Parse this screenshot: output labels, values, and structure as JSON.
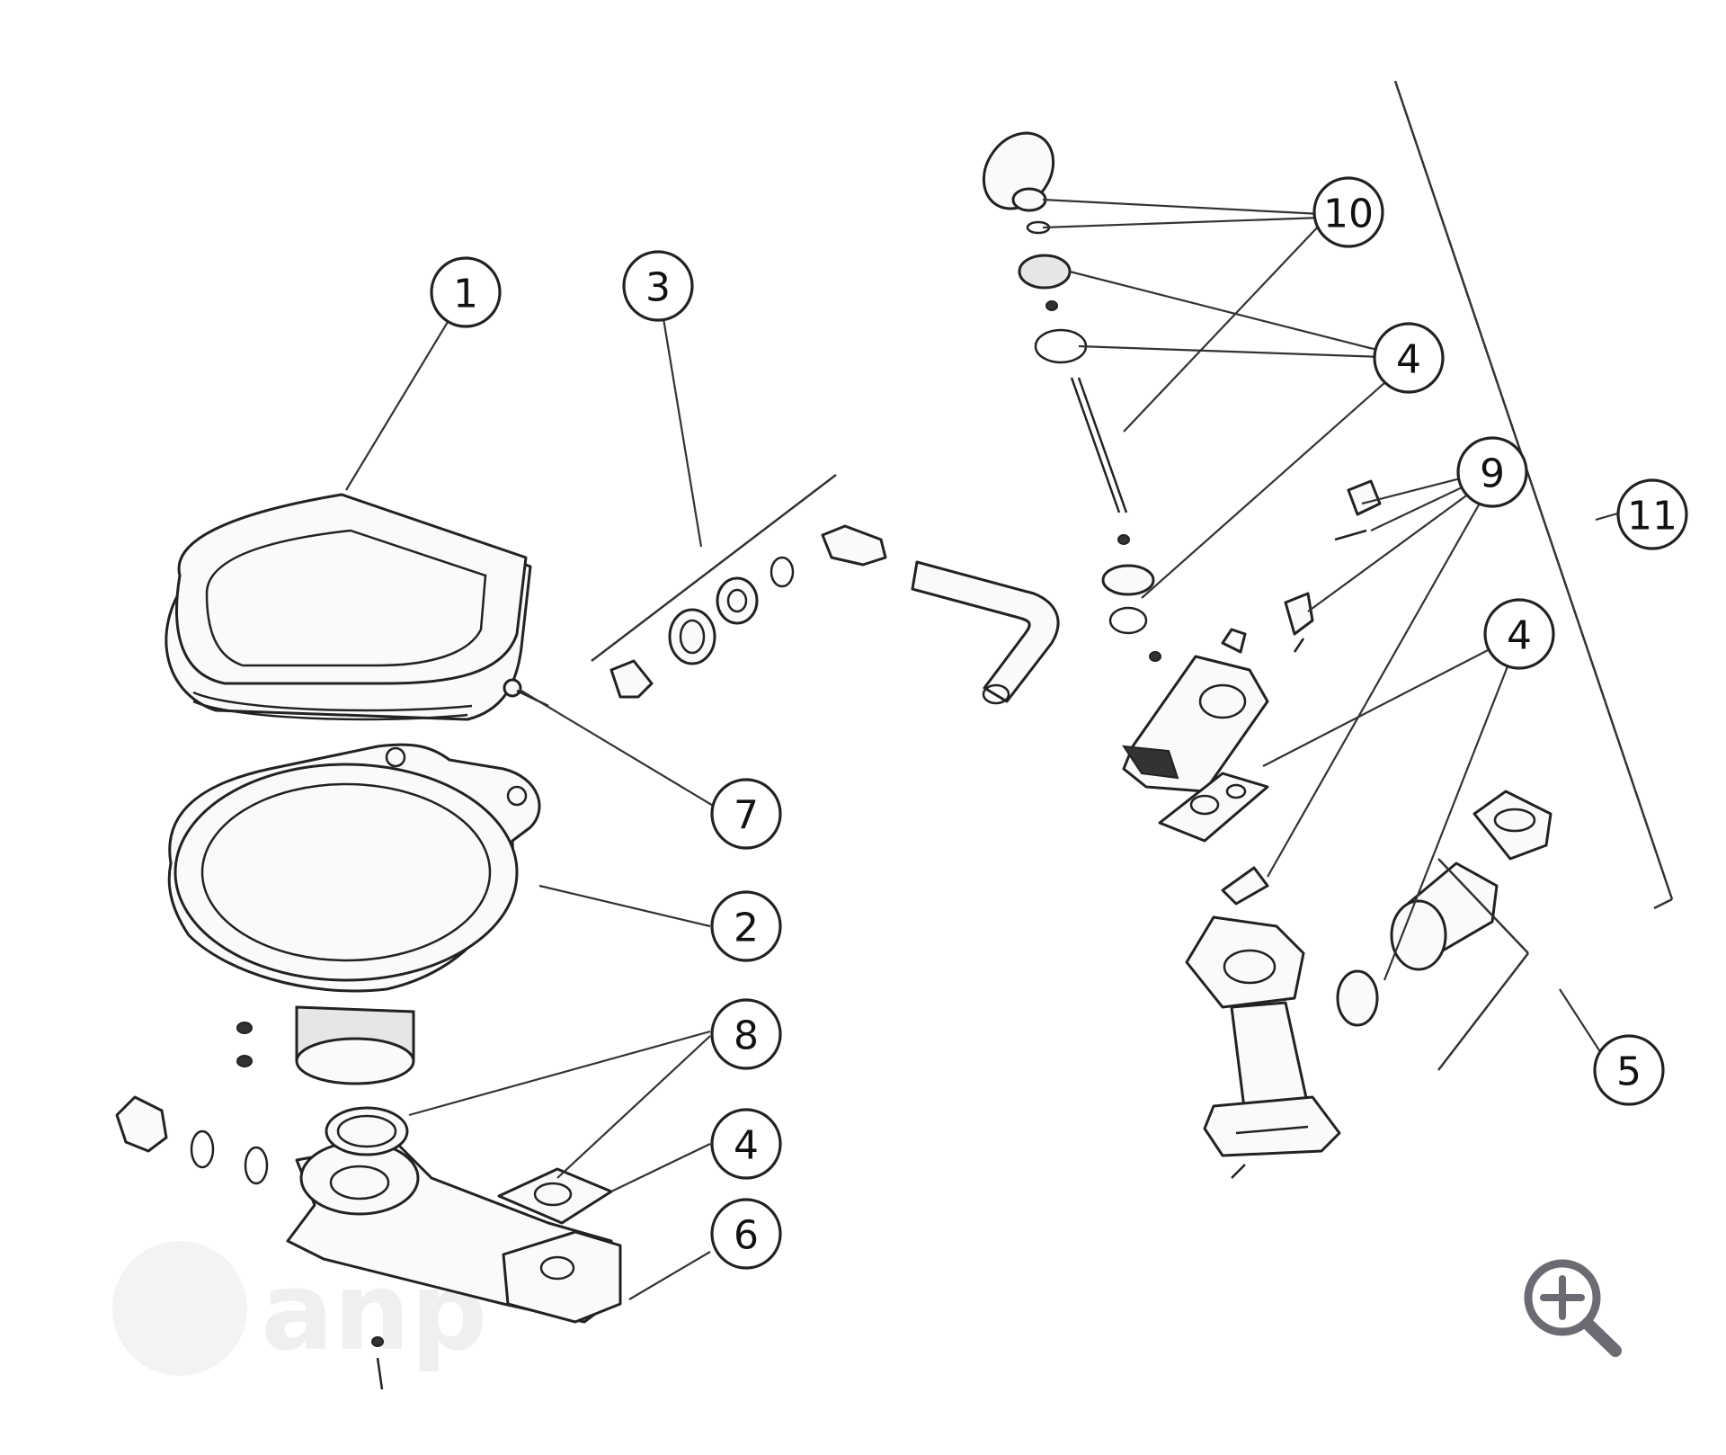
{
  "diagram": {
    "callouts": [
      {
        "id": "c1",
        "label": "1"
      },
      {
        "id": "c3",
        "label": "3"
      },
      {
        "id": "c10",
        "label": "10"
      },
      {
        "id": "c4a",
        "label": "4"
      },
      {
        "id": "c9",
        "label": "9"
      },
      {
        "id": "c11",
        "label": "11"
      },
      {
        "id": "c4b",
        "label": "4"
      },
      {
        "id": "c7",
        "label": "7"
      },
      {
        "id": "c2",
        "label": "2"
      },
      {
        "id": "c8",
        "label": "8"
      },
      {
        "id": "c4c",
        "label": "4"
      },
      {
        "id": "c6",
        "label": "6"
      },
      {
        "id": "c5",
        "label": "5"
      }
    ],
    "watermark_logo": "anp",
    "zoom_icon": "zoom-in-icon"
  }
}
